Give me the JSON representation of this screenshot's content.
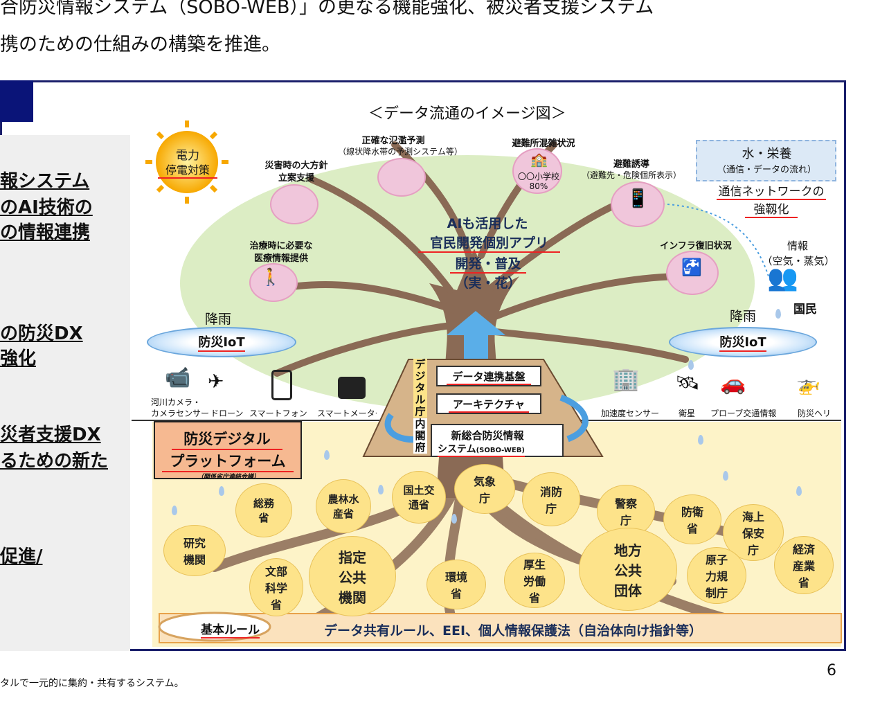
{
  "intro": {
    "line1": "合防災情報システム（SOBO-WEB）」の更なる機能強化、被災者支援システム",
    "line2": "携のための仕組みの構築を推進。"
  },
  "left_panel": {
    "item1_l1": "報システム",
    "item1_l2": "のAI技術の",
    "item1_l3": "の情報連携",
    "item2_l1": "の防災DX",
    "item2_l2": "強化",
    "item3_l1": "災者支援DX",
    "item3_l2": "るための新た",
    "item4_l1": "促進/"
  },
  "diagram": {
    "title": "＜データ流通のイメージ図＞",
    "power_l1": "電力",
    "power_l2": "停電対策",
    "water_l1": "水・栄養",
    "water_l2": "（通信・データの流れ）",
    "comm_l1": "通信ネットワークの",
    "comm_l2": "強靱化",
    "flood_l1": "正確な氾濫予測",
    "flood_l2": "（線状降水帯の予測システム等）",
    "shelter_title": "避難所混雑状況",
    "shelter_school": "〇〇小学校",
    "shelter_pct": "80%",
    "guide_l1": "避難誘導",
    "guide_l2": "（避難先・危険個所表示）",
    "policy_l1": "災害時の大方針",
    "policy_l2": "立案支援",
    "medical_l1": "治療時に必要な",
    "medical_l2": "医療情報提供",
    "infra": "インフラ復旧状況",
    "info_l1": "情報",
    "info_l2": "（空気・蒸気）",
    "citizens": "国民",
    "center_l1": "AIも活用した",
    "center_l2": "官民開発個別アプリ",
    "center_l3": "開発・普及",
    "center_l4": "（実・花）",
    "rain_left": "降雨",
    "rain_right": "降雨",
    "iot_left": "防災IoT",
    "iot_right": "防災IoT",
    "devices_left": [
      "河川カメラ・",
      "カメラセンサー",
      "ドローン",
      "スマートフォン",
      "スマートメーター"
    ],
    "devices_right": [
      "加速度センサー",
      "衛星",
      "プローブ交通情報",
      "防災ヘリ"
    ],
    "digital_agency": "デジタル庁",
    "cabinet_office": "内閣府",
    "data_platform": "データ連携基盤",
    "architecture": "アーキテクチャ",
    "sobo_l1": "新総合防災情報",
    "sobo_l2": "システム",
    "sobo_l3": "(SOBO-WEB)",
    "platform_l1": "防災デジタル",
    "platform_l2": "プラットフォーム",
    "platform_l3": "（関係省庁連絡会議）",
    "gov": [
      "総務省",
      "農林水産省",
      "国土交通省",
      "気象庁",
      "消防庁",
      "警察庁",
      "防衛省",
      "海上保安庁",
      "研究機関",
      "文部科学省",
      "指定公共機関",
      "環境省",
      "厚生労働省",
      "地方公共団体",
      "原子力規制庁",
      "経済産業省"
    ],
    "rule_label": "基本ルール",
    "rule_text": "データ共有ルール、EEI、個人情報保護法（自治体向け指針等）"
  },
  "footer": {
    "note": "タルで一元的に集約・共有するシステム。",
    "page": "6"
  },
  "colors": {
    "navy": "#0a1478",
    "red_underline": "#e22222",
    "soil": "#fdf3c8",
    "gov_circle": "#fde38a"
  }
}
